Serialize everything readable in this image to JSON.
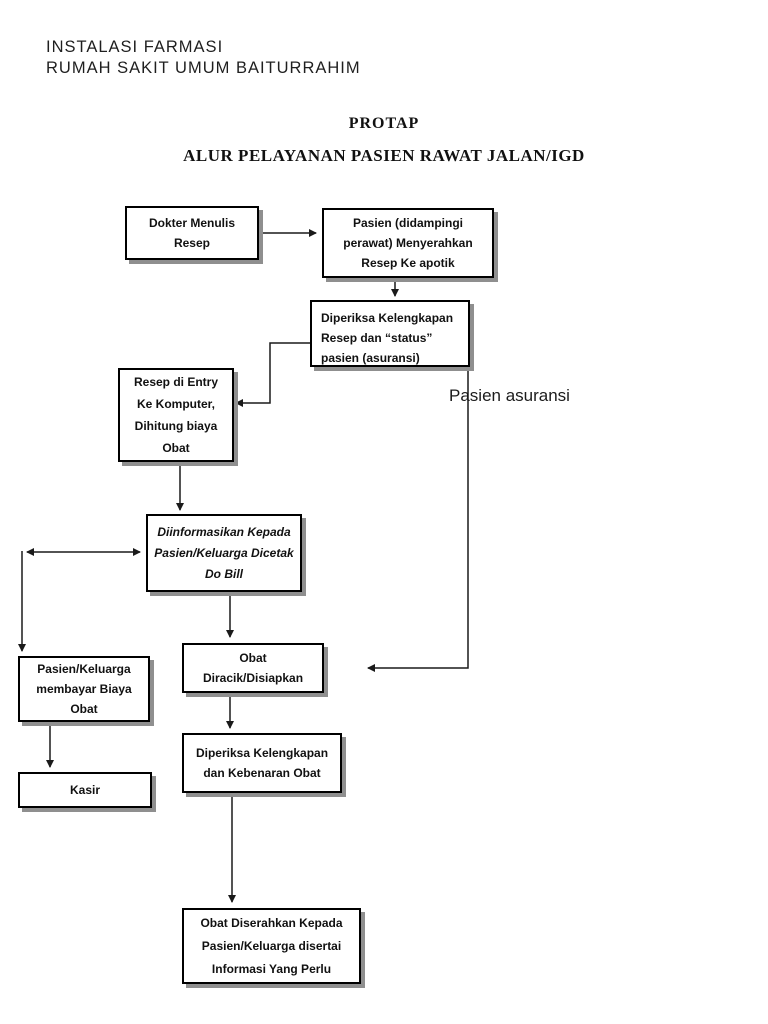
{
  "page": {
    "header_lines": [
      "INSTALASI FARMASI",
      "RUMAH SAKIT UMUM BAITURRAHIM"
    ],
    "title": "PROTAP",
    "subtitle": "ALUR PELAYANAN PASIEN RAWAT JALAN/IGD"
  },
  "flowchart": {
    "boxes": {
      "dokter": {
        "lines": [
          "Dokter Menulis",
          "Resep"
        ]
      },
      "serah_resep": {
        "lines": [
          "Pasien (didampingi",
          "perawat) Menyerahkan",
          "Resep Ke apotik"
        ]
      },
      "periksa_resep": {
        "lines": [
          "Diperiksa Kelengkapan",
          "Resep dan “status”",
          "pasien (asuransi)"
        ]
      },
      "entry": {
        "lines": [
          "Resep di Entry",
          "Ke Komputer,",
          "Dihitung biaya",
          "Obat"
        ]
      },
      "diinformasikan": {
        "lines": [
          "Diinformasikan Kepada",
          "Pasien/Keluarga Dicetak",
          "Do Bill"
        ]
      },
      "membayar": {
        "lines": [
          "Pasien/Keluarga",
          "membayar Biaya",
          "Obat"
        ]
      },
      "kasir": {
        "lines": [
          "Kasir"
        ]
      },
      "diracik": {
        "lines": [
          "Obat",
          "Diracik/Disiapkan"
        ]
      },
      "periksa_obat": {
        "lines": [
          "Diperiksa Kelengkapan",
          "dan Kebenaran Obat"
        ]
      },
      "diserahkan": {
        "lines": [
          "Obat Diserahkan Kepada",
          "Pasien/Keluarga disertai",
          "Informasi Yang Perlu"
        ]
      }
    },
    "annotation": "Pasien asuransi"
  },
  "colors": {
    "background": "#ffffff",
    "box_border": "#000000",
    "box_shadow": "#8f8f8f",
    "text": "#111111",
    "connector": "#1a1a1a"
  }
}
